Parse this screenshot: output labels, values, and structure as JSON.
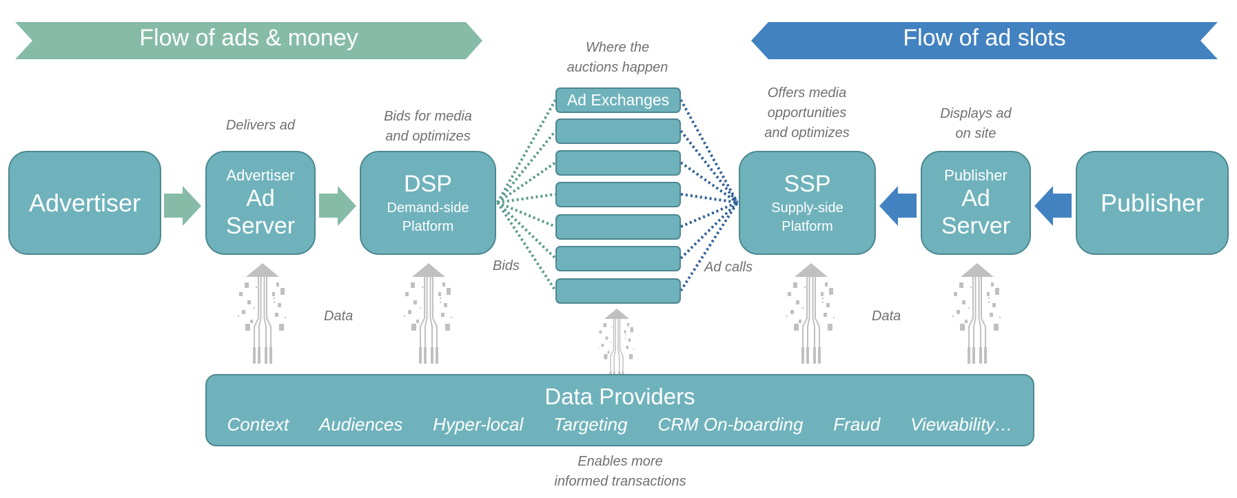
{
  "banners": {
    "left": {
      "label": "Flow of ads & money",
      "color": "#86bba7"
    },
    "right": {
      "label": "Flow of ad slots",
      "color": "#4382c0"
    }
  },
  "nodes": {
    "advertiser": {
      "label": "Advertiser"
    },
    "advertiser_ad_server": {
      "line1": "Advertiser",
      "line2": "Ad",
      "line3": "Server",
      "caption": "Delivers ad"
    },
    "dsp": {
      "title": "DSP",
      "line1": "Demand-side",
      "line2": "Platform",
      "caption_line1": "Bids for media",
      "caption_line2": "and optimizes"
    },
    "ad_exchanges": {
      "label": "Ad Exchanges",
      "count": 7,
      "caption_line1": "Where the",
      "caption_line2": "auctions happen"
    },
    "ssp": {
      "title": "SSP",
      "line1": "Supply-side",
      "line2": "Platform",
      "caption_line1": "Offers media",
      "caption_line2": "opportunities",
      "caption_line3": "and  optimizes"
    },
    "publisher_ad_server": {
      "line1": "Publisher",
      "line2": "Ad",
      "line3": "Server",
      "caption_line1": "Displays ad",
      "caption_line2": "on site"
    },
    "publisher": {
      "label": "Publisher"
    }
  },
  "connectors": {
    "bids_label": "Bids",
    "ad_calls_label": "Ad calls",
    "bids_color": "#5a9a86",
    "ad_calls_color": "#2f5f96"
  },
  "data_labels": {
    "left": "Data",
    "right": "Data"
  },
  "data_providers": {
    "title": "Data Providers",
    "items": [
      "Context",
      "Audiences",
      "Hyper-local",
      "Targeting",
      "CRM On-boarding",
      "Fraud",
      "Viewability…"
    ],
    "caption_line1": "Enables more",
    "caption_line2": "informed transactions"
  },
  "colors": {
    "node_fill": "#6fb2bc",
    "node_border": "#4c8791",
    "green_arrow": "#86bba7",
    "blue_arrow": "#4382c0",
    "data_icon": "#c0c0c0",
    "caption_text": "#707070"
  }
}
